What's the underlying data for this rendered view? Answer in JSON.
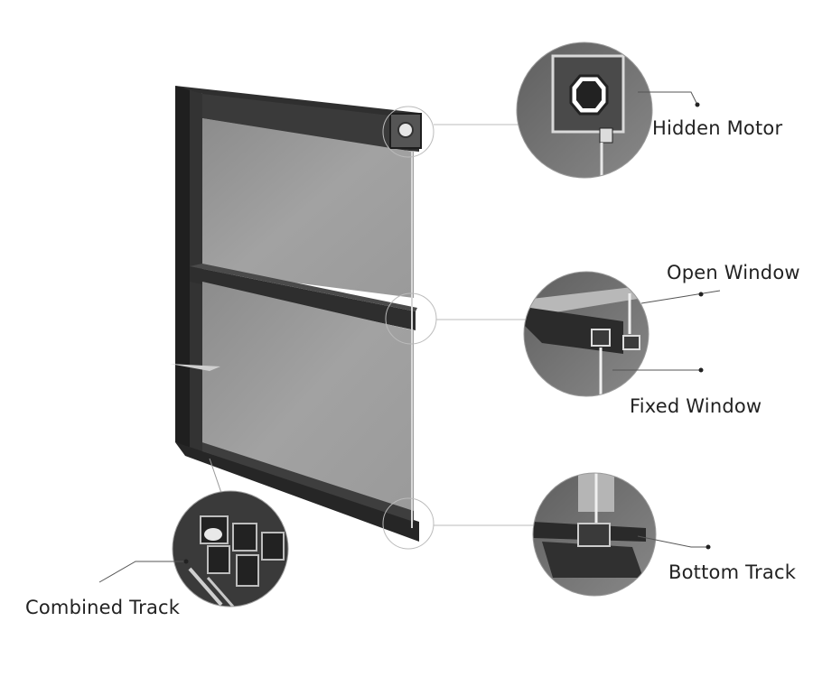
{
  "callouts": {
    "hidden_motor": "Hidden Motor",
    "open_window": "Open Window",
    "fixed_window": "Fixed Window",
    "bottom_track": "Bottom Track",
    "combined_track": "Combined Track"
  },
  "colors": {
    "frame": "#2b2b2b",
    "glass": "#9a9a9a",
    "zoom_bg": "#6f6f6f",
    "leader_line": "#555555"
  }
}
